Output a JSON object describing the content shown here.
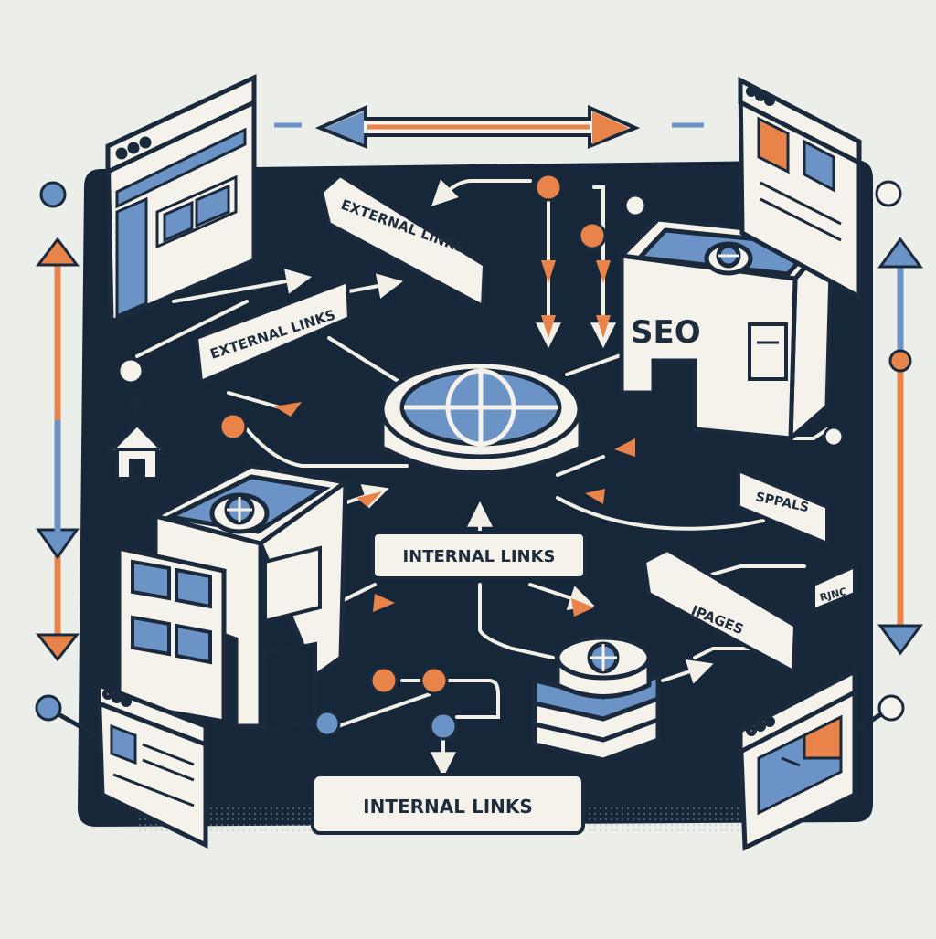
{
  "colors": {
    "background": "#eceeea",
    "board": "#17273a",
    "outline": "#1a2a3c",
    "panel": "#f4f2ea",
    "accent_blue": "#6c93c6",
    "accent_orange": "#e8834a",
    "connector": "#f2efe6"
  },
  "labels": {
    "external_links_top": "EXTERNAL LINKS",
    "external_links_left": "EXTERNAL LINKS",
    "seo": "SEO",
    "internal_links_center": "INTERNAL LINKS",
    "spplals": "SPPALS",
    "pages": "IPAGES",
    "internal_links_bottom": "INTERNAL LINKS",
    "rjnc": "RJNC"
  },
  "icons": [
    "globe-hub-icon",
    "seo-building-icon",
    "left-building-icon",
    "page-stack-icon",
    "browser-window-icon",
    "house-icon",
    "double-arrow-icon",
    "node-icon"
  ]
}
